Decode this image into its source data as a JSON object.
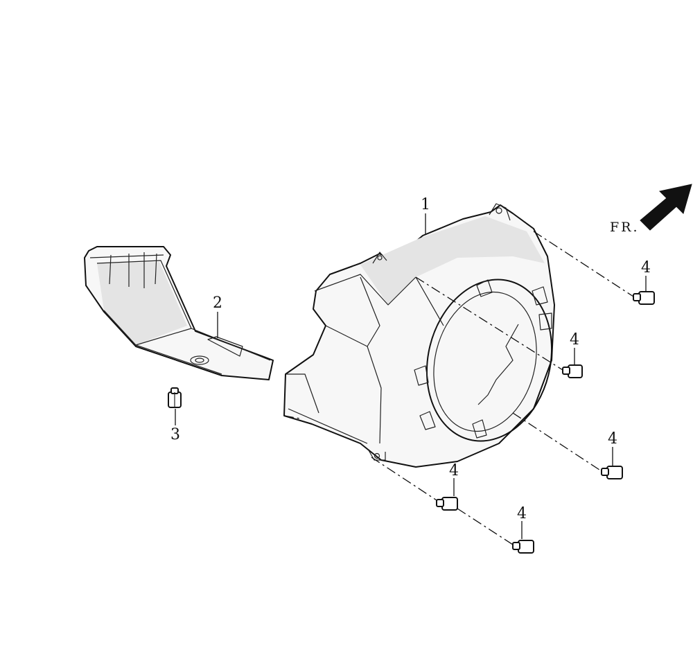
{
  "labels": {
    "part1": "1",
    "part2": "2",
    "part3": "3",
    "part4": "4"
  },
  "direction": {
    "text": "FR.",
    "icon": "front-direction-arrow-icon"
  },
  "colors": {
    "line": "#111111",
    "background": "#ffffff"
  }
}
